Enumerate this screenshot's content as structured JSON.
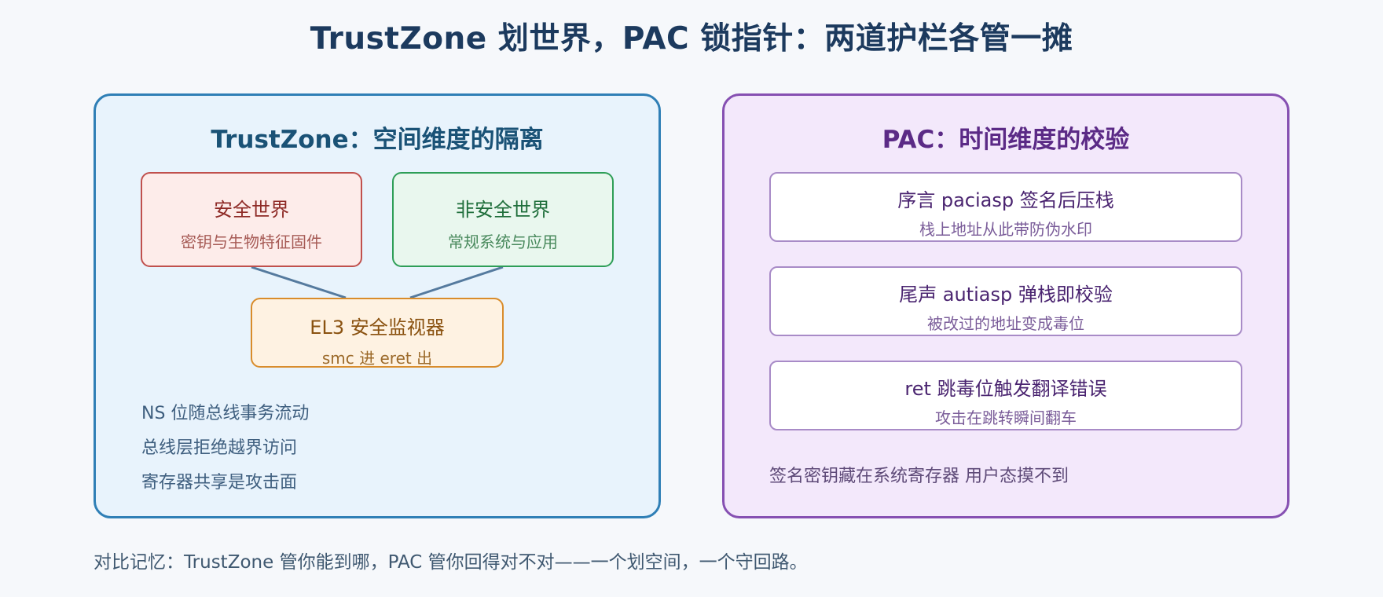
{
  "title": "TrustZone 划世界，PAC 锁指针：两道护栏各管一摊",
  "trustzone": {
    "title": "TrustZone：空间维度的隔离",
    "secure_world": {
      "title": "安全世界",
      "subtitle": "密钥与生物特征固件"
    },
    "nonsecure_world": {
      "title": "非安全世界",
      "subtitle": "常规系统与应用"
    },
    "monitor": {
      "title": "EL3 安全监视器",
      "subtitle": "smc 进 eret 出"
    },
    "notes": [
      "NS 位随总线事务流动",
      "总线层拒绝越界访问",
      "寄存器共享是攻击面"
    ]
  },
  "pac": {
    "title": "PAC：时间维度的校验",
    "steps": [
      {
        "title": "序言 paciasp 签名后压栈",
        "subtitle": "栈上地址从此带防伪水印"
      },
      {
        "title": "尾声 autiasp 弹栈即校验",
        "subtitle": "被改过的地址变成毒位"
      },
      {
        "title": "ret 跳毒位触发翻译错误",
        "subtitle": "攻击在跳转瞬间翻车"
      }
    ],
    "note": "签名密钥藏在系统寄存器 用户态摸不到"
  },
  "footer": "对比记忆：TrustZone 管你能到哪，PAC 管你回得对不对——一个划空间，一个守回路。"
}
